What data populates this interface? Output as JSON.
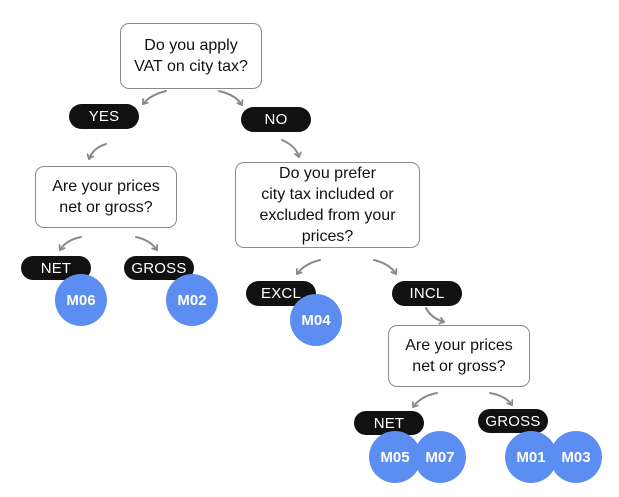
{
  "questions": {
    "vat_city_tax": "Do you apply\nVAT on city tax?",
    "prices_net_gross_yes": "Are your prices\nnet or gross?",
    "city_tax_preference": "Do you prefer\ncity tax included or\nexcluded from your\nprices?",
    "prices_net_gross_incl": "Are your prices\nnet or gross?"
  },
  "answers": {
    "yes": "YES",
    "no": "NO",
    "net_1": "NET",
    "gross_1": "GROSS",
    "excl": "EXCL",
    "incl": "INCL",
    "net_2": "NET",
    "gross_2": "GROSS"
  },
  "modes": {
    "m06": "M06",
    "m02": "M02",
    "m04": "M04",
    "m05": "M05",
    "m07": "M07",
    "m01": "M01",
    "m03": "M03"
  },
  "colors": {
    "mode_fill": "#5b8ef0",
    "pill_fill": "#111111",
    "connector": "#8a8a8a"
  }
}
